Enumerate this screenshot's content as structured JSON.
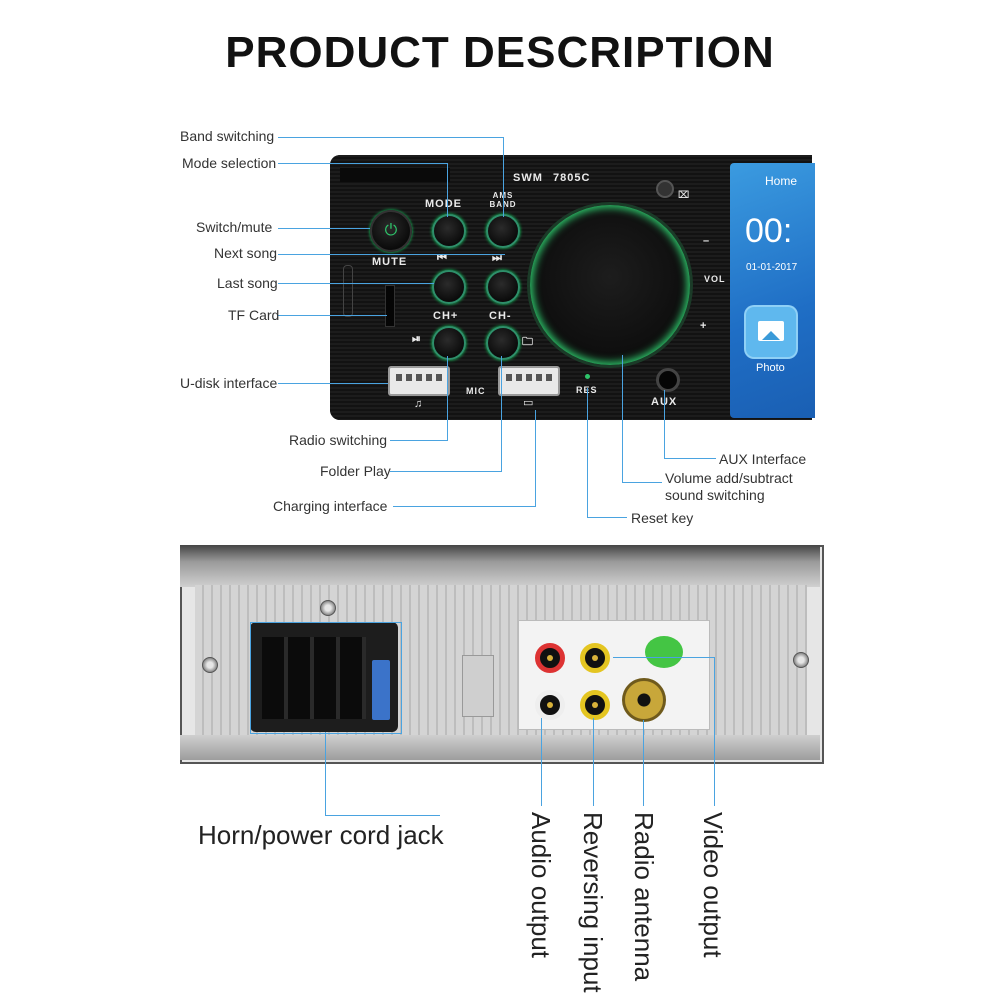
{
  "page": {
    "title": "PRODUCT DESCRIPTION"
  },
  "front_panel": {
    "model_brand": "SWM",
    "model_number": "7805C",
    "buttons": {
      "mode": "MODE",
      "ams_band_line1": "AMS",
      "ams_band_line2": "BAND",
      "mute": "MUTE",
      "ch_plus": "CH+",
      "ch_minus": "CH-",
      "mic": "MIC",
      "res": "RES",
      "aux": "AUX",
      "vol": "VOL",
      "vol_minus": "–",
      "vol_plus": "+"
    },
    "screen": {
      "home": "Home",
      "time": "00:",
      "date": "01-01-2017",
      "photo": "Photo"
    }
  },
  "front_callouts": {
    "band_switching": "Band switching",
    "mode_selection": "Mode selection",
    "switch_mute": "Switch/mute",
    "next_song": "Next song",
    "last_song": "Last song",
    "tf_card": "TF Card",
    "u_disk_interface": "U-disk interface",
    "radio_switching": "Radio switching",
    "folder_play": "Folder Play",
    "charging_interface": "Charging interface",
    "aux_interface": "AUX Interface",
    "volume_line1": "Volume add/subtract",
    "volume_line2": "sound switching",
    "reset_key": "Reset key"
  },
  "back_callouts": {
    "horn_power": "Horn/power cord jack",
    "audio_output": "Audio output",
    "reversing_input": "Reversing input",
    "radio_antenna": "Radio antenna",
    "video_output": "Video output"
  },
  "colors": {
    "callout_line": "#4aa3e0",
    "button_ring": "#2e8f6a",
    "screen_blue": "#1f6ec5"
  }
}
